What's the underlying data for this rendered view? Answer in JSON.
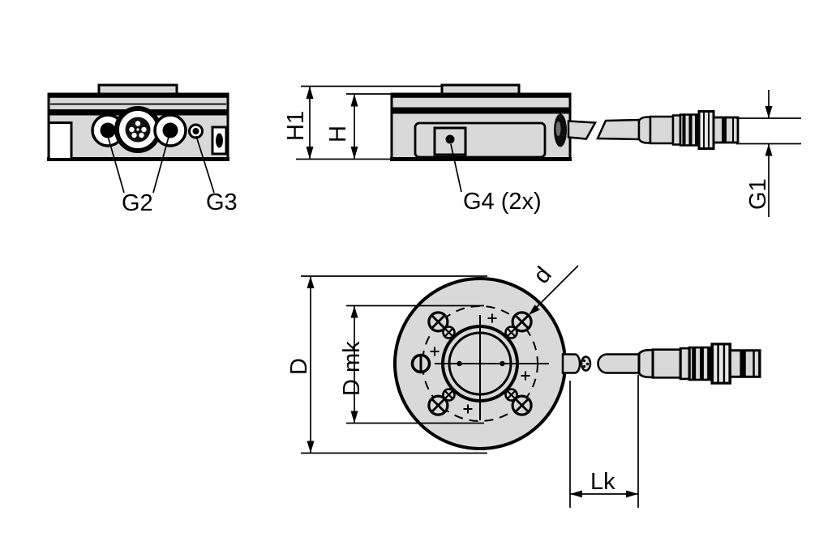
{
  "drawing": {
    "type": "technical-drawing",
    "views": {
      "front_view": {
        "port_labels": {
          "g2": "G2",
          "g3": "G3"
        }
      },
      "side_view": {
        "screw_label": "G4 (2x)",
        "dimensions": {
          "height_total": "H1",
          "height_body": "H",
          "connector_thread": "G1"
        }
      },
      "top_view": {
        "dimensions": {
          "outer_diameter": "D",
          "pitch_circle_diameter": "D mk",
          "hole_diameter": "d",
          "cable_length": "Lk"
        }
      }
    },
    "colors": {
      "background": "#ffffff",
      "body_fill": "#d9d9d9",
      "outline": "#000000"
    }
  }
}
